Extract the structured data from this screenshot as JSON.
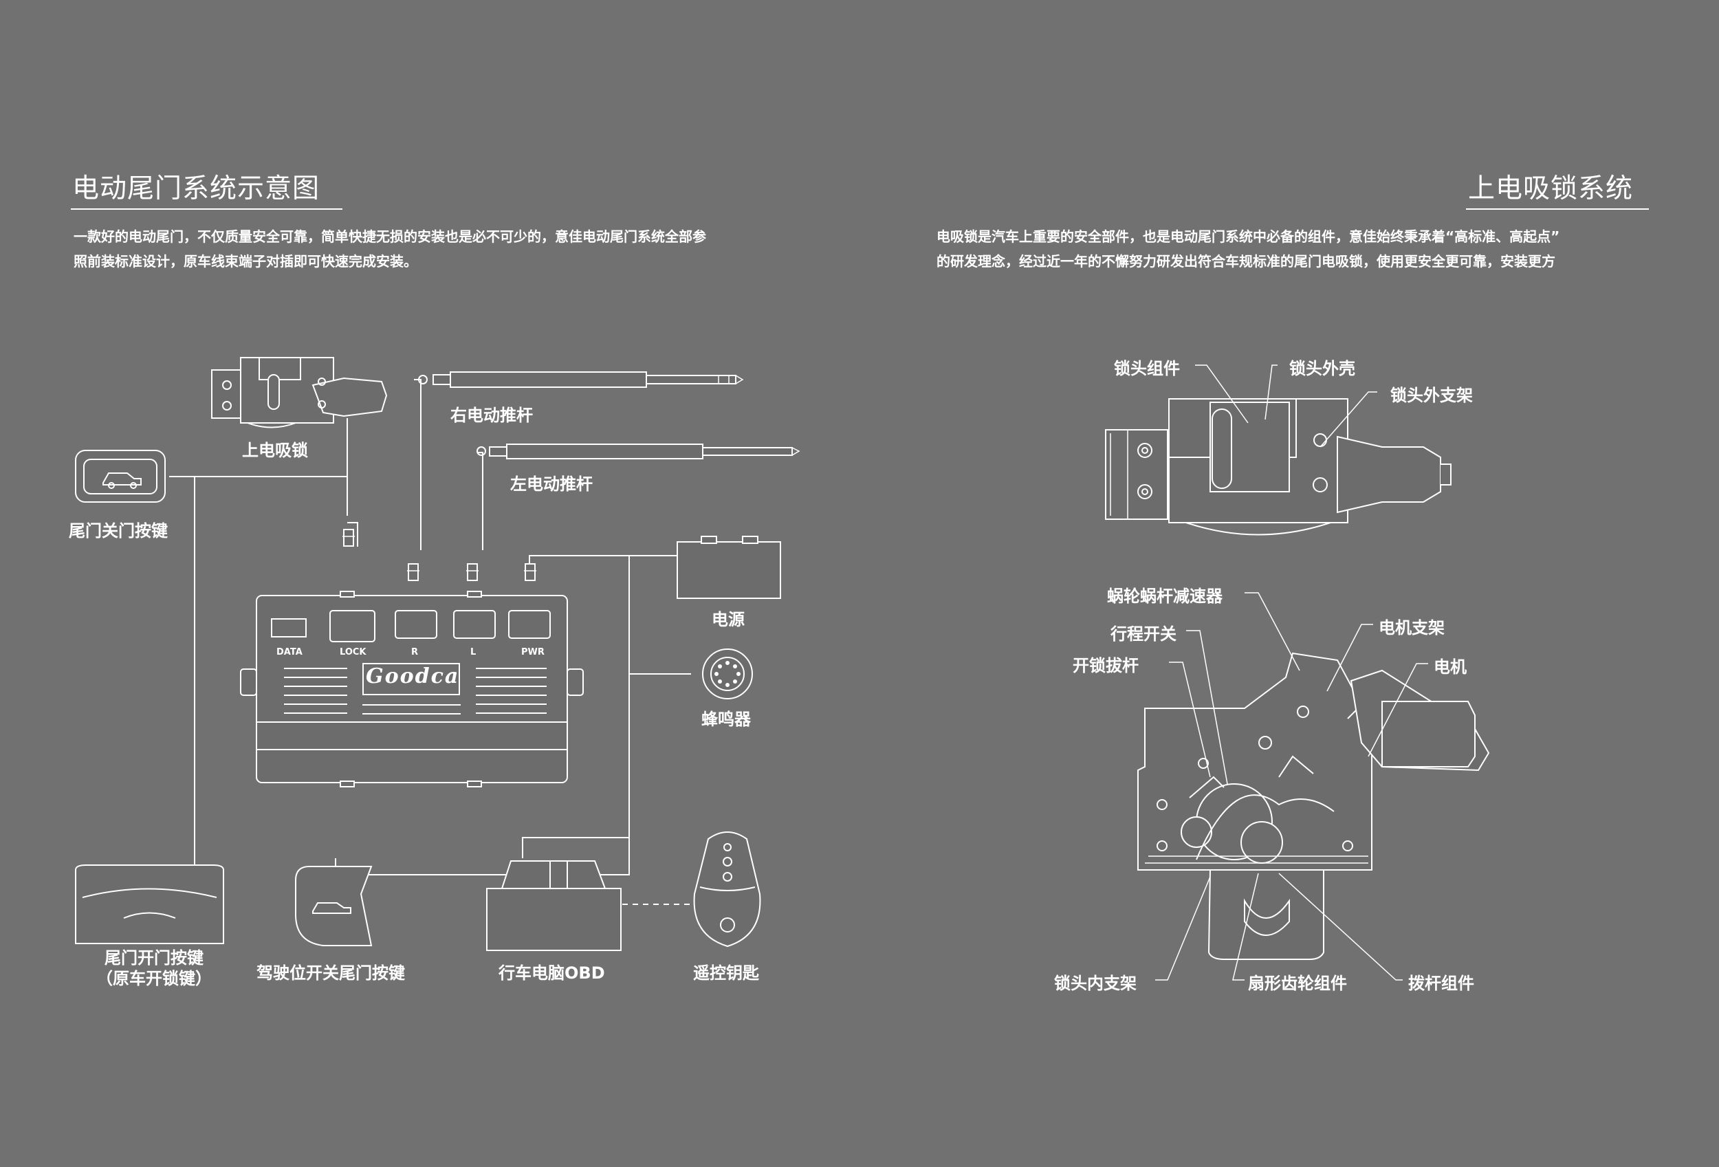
{
  "left": {
    "title": "电动尾门系统示意图",
    "paragraph": [
      "一款好的电动尾门，不仅质量安全可靠，简单快捷无损的安装也是必不可少的，意佳电动尾门系统全部参",
      "照前装标准设计，原车线束端子对插即可快速完成安装。"
    ],
    "components": {
      "suction_lock": "上电吸锁",
      "right_strut": "右电动推杆",
      "left_strut": "左电动推杆",
      "close_button": "尾门关门按键",
      "power": "电源",
      "buzzer": "蜂鸣器",
      "open_button_line1": "尾门开门按键",
      "open_button_line2": "（原车开锁键）",
      "driver_button": "驾驶位开关尾门按键",
      "obd": "行车电脑OBD",
      "remote_key": "遥控钥匙"
    },
    "controller": {
      "brand": "Goodca",
      "ports": [
        "DATA",
        "LOCK",
        "R",
        "L",
        "PWR"
      ]
    }
  },
  "right": {
    "title": "上电吸锁系统",
    "paragraph": [
      "电吸锁是汽车上重要的安全部件，也是电动尾门系统中必备的组件，意佳始终秉承着“高标准、高起点”",
      "的研发理念，经过近一年的不懈努力研发出符合车规标准的尾门电吸锁，使用更安全更可靠，安装更方"
    ],
    "top_labels": {
      "lock_assembly": "锁头组件",
      "lock_housing": "锁头外壳",
      "lock_outer_bracket": "锁头外支架"
    },
    "bottom_labels": {
      "worm_reducer": "蜗轮蜗杆减速器",
      "travel_switch": "行程开关",
      "unlock_lever": "开锁拔杆",
      "motor_bracket": "电机支架",
      "motor": "电机",
      "lock_inner_bracket": "锁头内支架",
      "sector_gear": "扇形齿轮组件",
      "lever_assembly": "拨杆组件"
    }
  },
  "colors": {
    "background": "#717171",
    "line": "#ffffff"
  }
}
